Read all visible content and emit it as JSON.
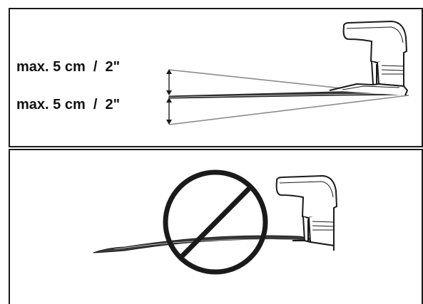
{
  "tolerance": {
    "upper_label": "max. 5 cm  /  2\"",
    "lower_label": "max. 5 cm  /  2\""
  },
  "colors": {
    "outline": "#1a1a1a",
    "guide_line": "#8c8c8c",
    "background": "#ffffff"
  },
  "icons": [
    "prohibited-icon",
    "double-arrow-icon",
    "base-unit-illustration"
  ]
}
